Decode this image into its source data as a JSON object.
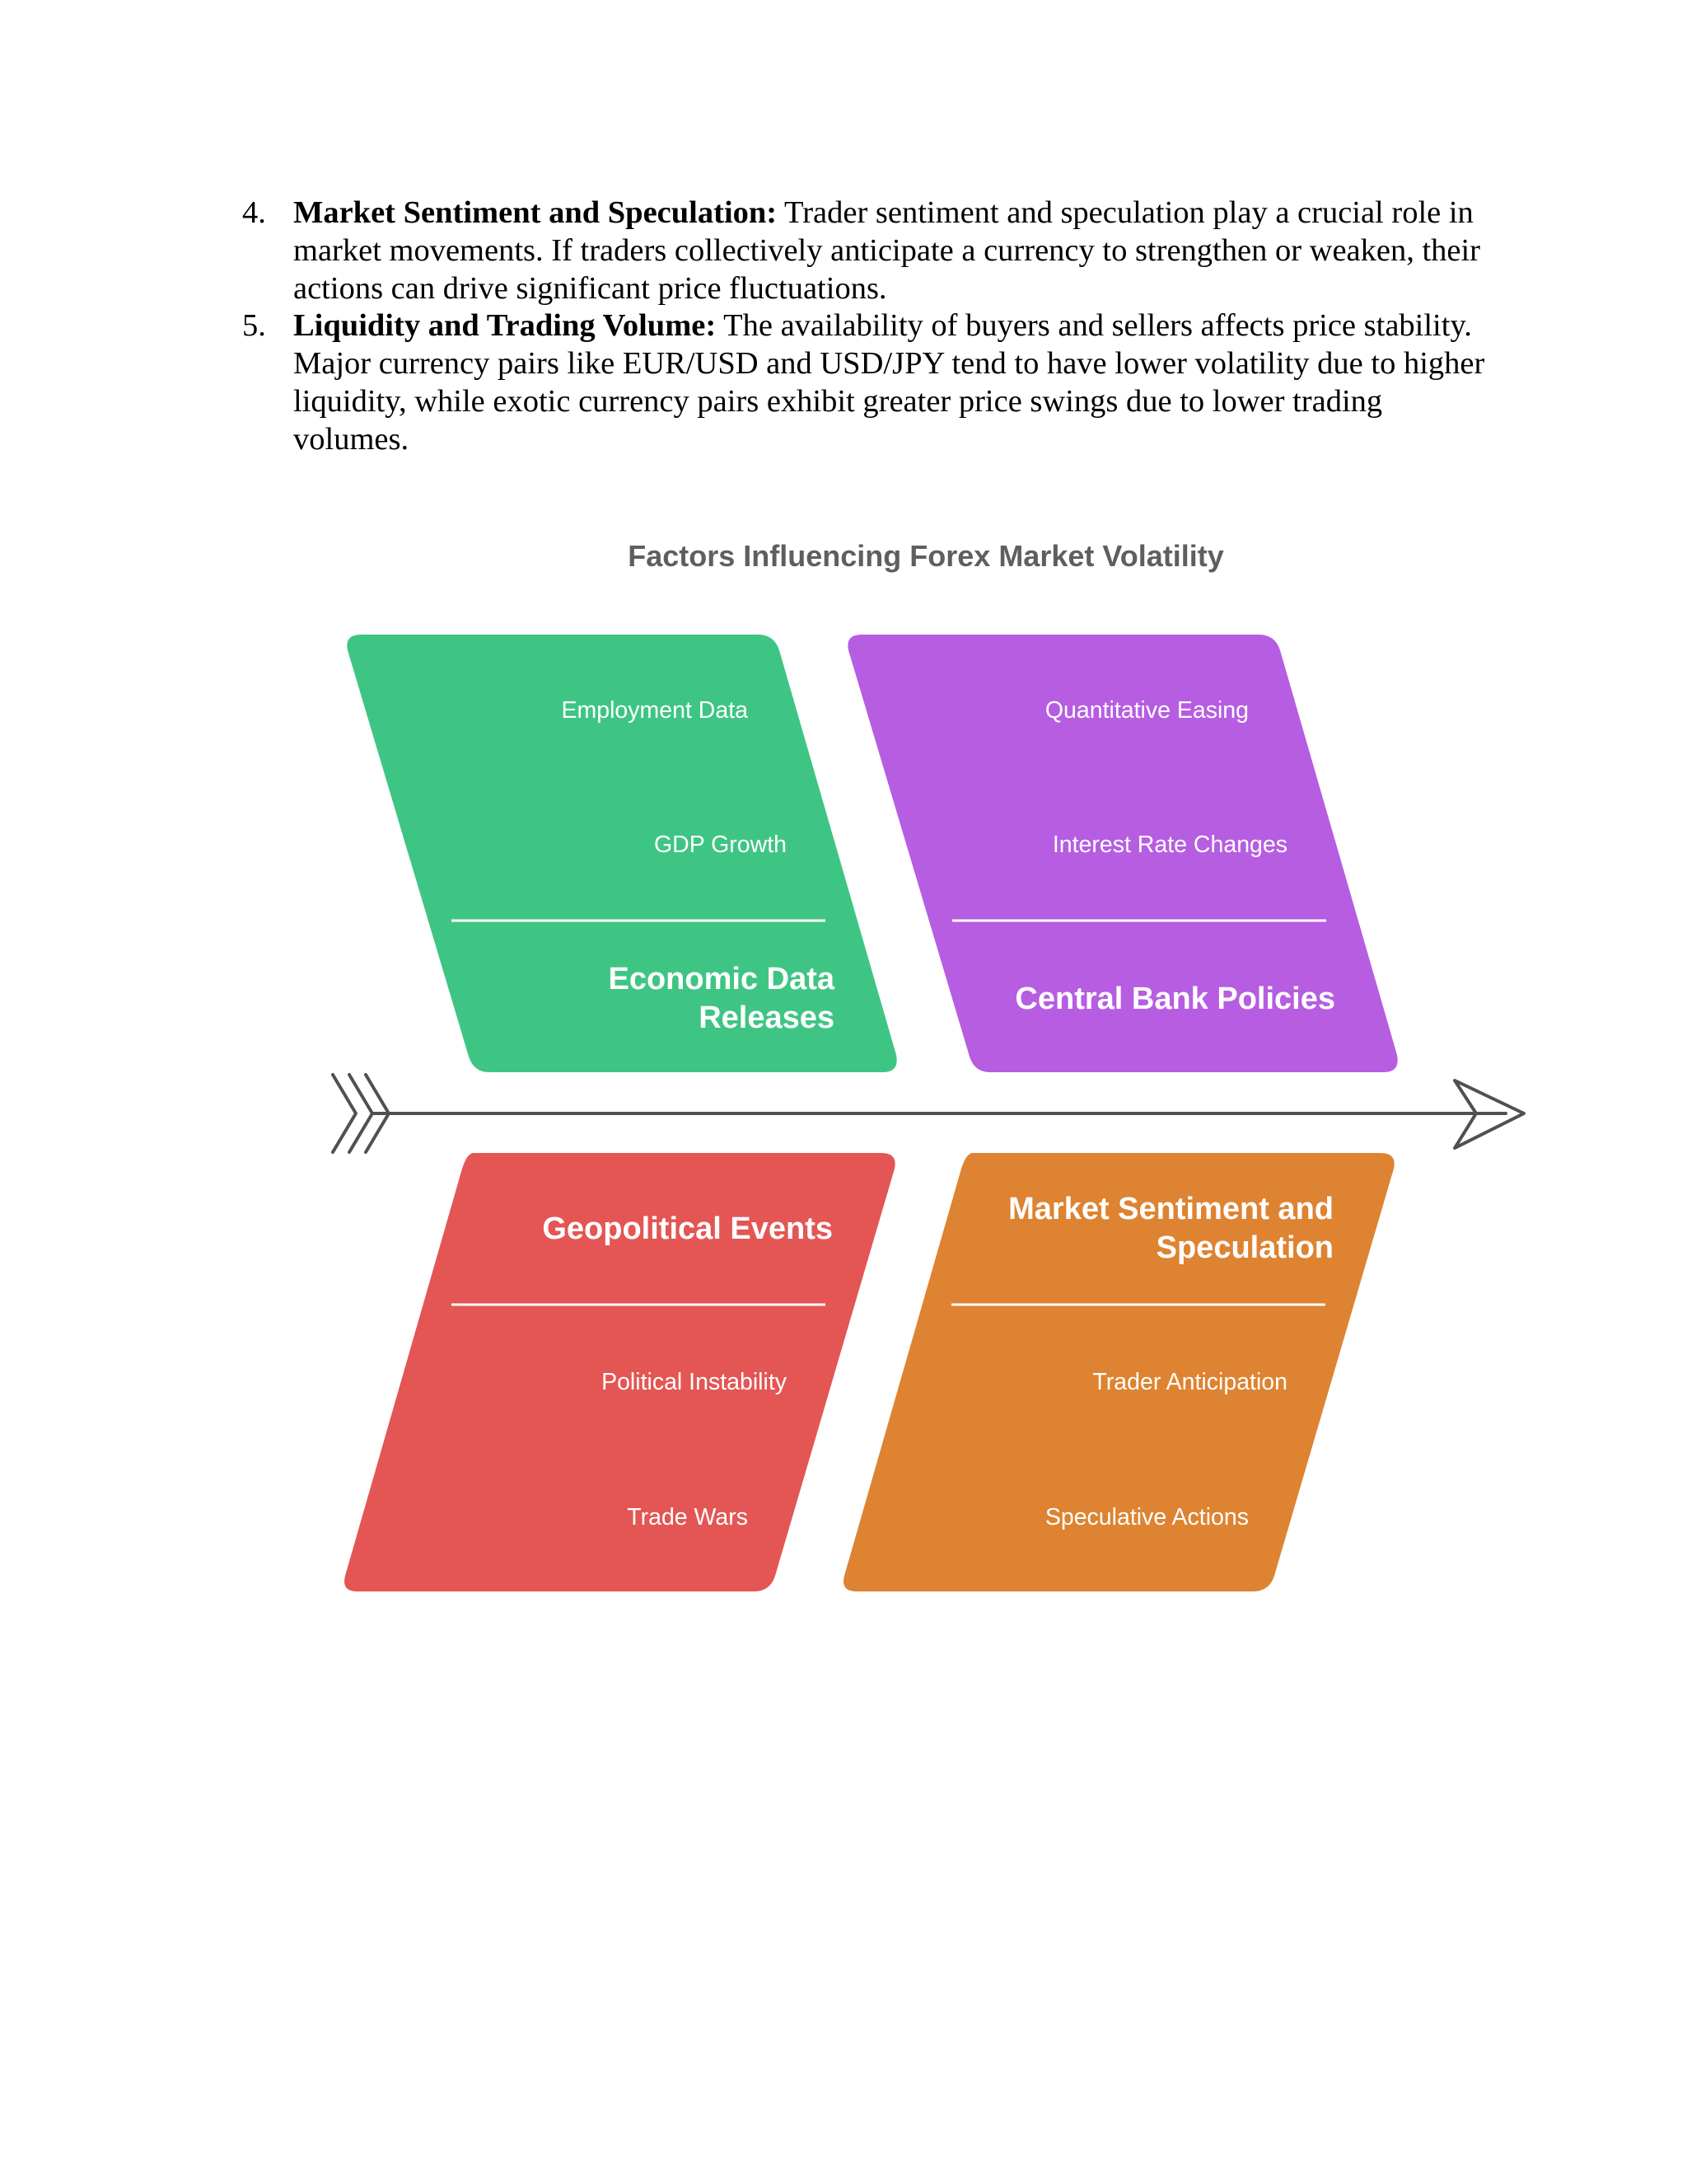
{
  "list": [
    {
      "number": "4.",
      "label": "Market Sentiment and Speculation:",
      "text": " Trader sentiment and speculation play a crucial role in market movements. If traders collectively anticipate a currency to strengthen or weaken, their actions can drive significant price fluctuations."
    },
    {
      "number": "5.",
      "label": "Liquidity and Trading Volume:",
      "text": " The availability of buyers and sellers affects price stability. Major currency pairs like EUR/USD and USD/JPY tend to have lower volatility due to higher liquidity, while exotic currency pairs exhibit greater price swings due to lower trading volumes."
    }
  ],
  "diagram": {
    "title": "Factors Influencing Forex Market Volatility",
    "causes": [
      {
        "title_lines": [
          "Economic Data",
          "Releases"
        ],
        "sub_causes": [
          "Employment Data",
          "GDP Growth"
        ],
        "color": "#3ec584"
      },
      {
        "title_lines": [
          "Central Bank Policies"
        ],
        "sub_causes": [
          "Quantitative Easing",
          "Interest Rate Changes"
        ],
        "color": "#b65de2"
      },
      {
        "title_lines": [
          "Geopolitical Events"
        ],
        "sub_causes": [
          "Political Instability",
          "Trade Wars"
        ],
        "color": "#e35654"
      },
      {
        "title_lines": [
          "Market Sentiment and",
          "Speculation"
        ],
        "sub_causes": [
          "Trader Anticipation",
          "Speculative Actions"
        ],
        "color": "#de8331"
      }
    ],
    "spine_color": "#505050"
  }
}
